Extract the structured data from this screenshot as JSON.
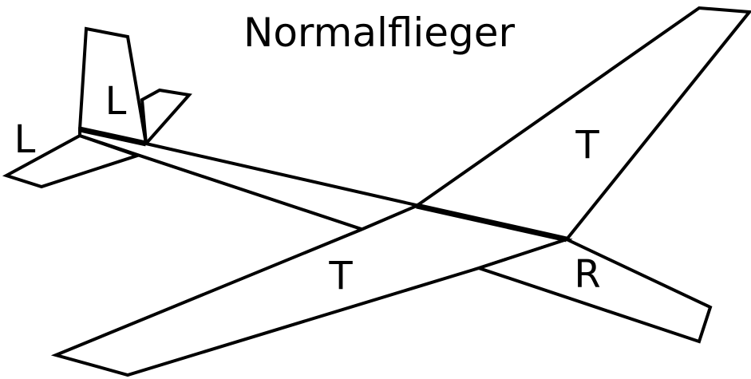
{
  "title": "Normalflieger",
  "labels": {
    "rudder": "L",
    "elevator": "L",
    "wing_right": "T",
    "wing_left": "T",
    "fuselage_rear": "R"
  },
  "colors": {
    "stroke": "#000000",
    "background": "#ffffff"
  }
}
